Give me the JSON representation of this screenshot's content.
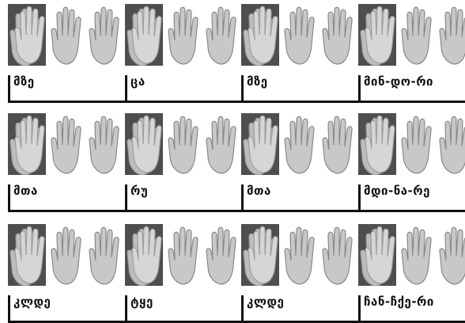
{
  "rows": [
    {
      "cells": [
        {
          "word": "მზე"
        },
        {
          "word": "ცა"
        },
        {
          "word": "მზე"
        },
        {
          "word": "მინ-დო-რი"
        }
      ]
    },
    {
      "cells": [
        {
          "word": "მთა"
        },
        {
          "word": "რუ"
        },
        {
          "word": "მთა"
        },
        {
          "word": "მდი-ნა-რე"
        }
      ]
    },
    {
      "cells": [
        {
          "word": "კლდე"
        },
        {
          "word": "ტყე"
        },
        {
          "word": "კლდე"
        },
        {
          "word": "ჩან-ჩქე-რი"
        }
      ]
    }
  ],
  "icons": {
    "clap": "clapping-hands-icon",
    "rest": "open-hand-icon"
  },
  "colors": {
    "clap_bg": "#4e4e4e",
    "hand_light": "#c8c8c8",
    "hand_outline": "#8a8a8a",
    "line": "#111111"
  }
}
